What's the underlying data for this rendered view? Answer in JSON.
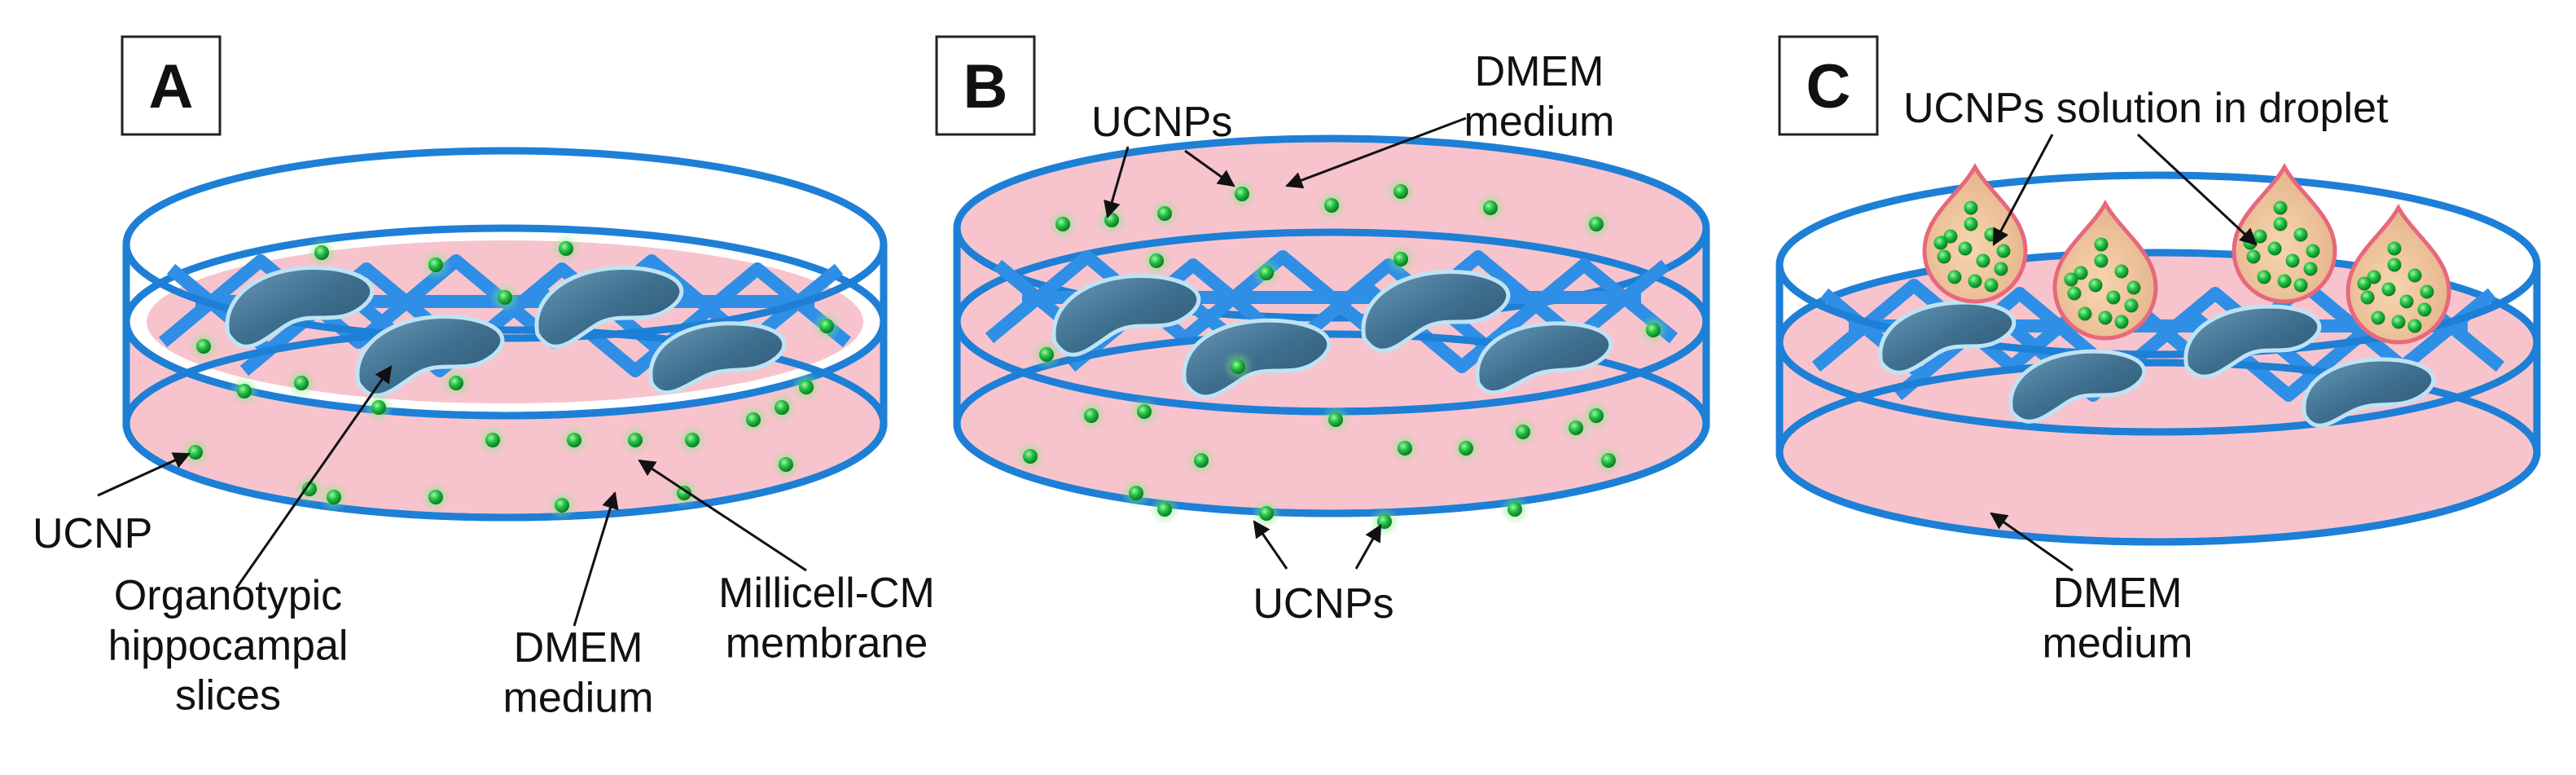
{
  "panels": [
    {
      "letter": "A",
      "labels": {
        "ucnp": "UCNP",
        "slices": "Organotypic\nhippocampal\nslices",
        "medium": "DMEM\nmedium",
        "membrane": "Millicell-CM\nmembrane"
      }
    },
    {
      "letter": "B",
      "labels": {
        "ucnps_top": "UCNPs",
        "medium": "DMEM\nmedium",
        "ucnps_bottom": "UCNPs"
      }
    },
    {
      "letter": "C",
      "labels": {
        "droplet": "UCNPs solution in droplet",
        "medium": "DMEM\nmedium"
      }
    }
  ],
  "colors": {
    "dish_outline": "#1e7fd6",
    "medium_fill": "#f7c4cd",
    "mesh": "#2f8fe6",
    "slice_tissue": "#3f6f8f",
    "nanoparticle": "#18b83a",
    "droplet_fill": "#f2c79e",
    "droplet_outline": "#e7687c"
  }
}
